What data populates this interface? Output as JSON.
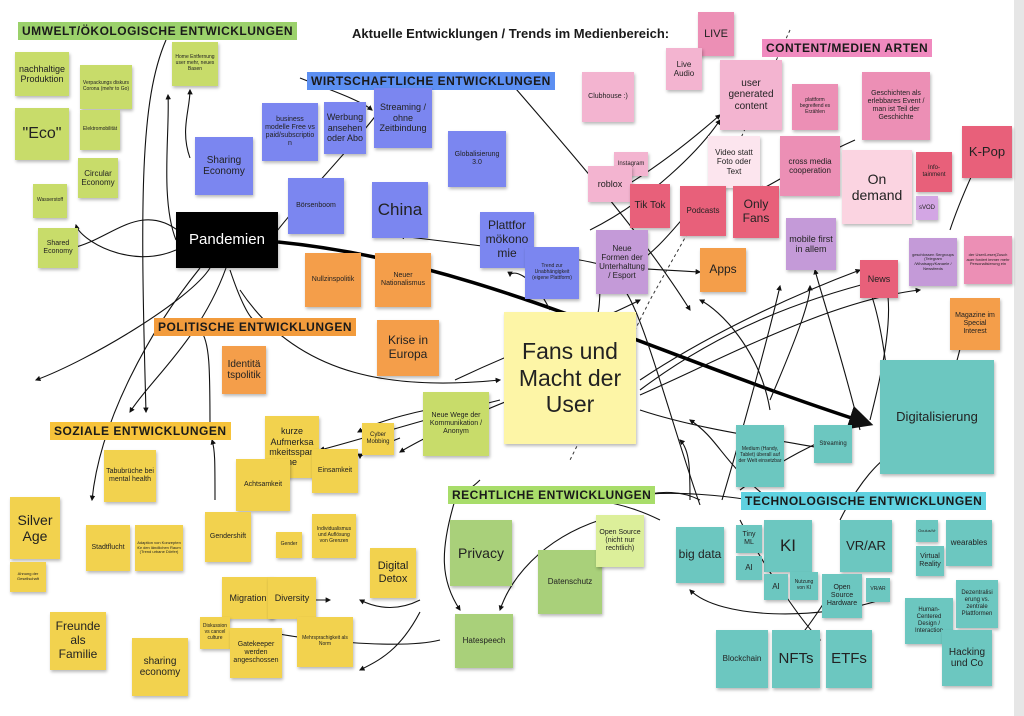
{
  "title": "Aktuelle Entwicklungen / Trends im Medienbereich:",
  "headers": {
    "umwelt": "UMWELT/ÖKOLOGISCHE ENTWICKLUNGEN",
    "wirtschaft": "WIRTSCHAFTLICHE ENTWICKLUNGEN",
    "politik": "POLITISCHE ENTWICKLUNGEN",
    "sozial": "SOZIALE ENTWICKLUNGEN",
    "recht": "RECHTLICHE ENTWICKLUNGEN",
    "technik": "TECHNOLOGISCHE ENTWICKLUNGEN",
    "content": "CONTENT/MEDIEN ARTEN"
  },
  "header_colors": {
    "umwelt": "#9bd16b",
    "wirtschaft": "#5c8ff2",
    "politik": "#f29b3c",
    "sozial": "#f7c33a",
    "recht": "#a8dd6a",
    "technik": "#5fd1e0",
    "content": "#f08abf"
  },
  "notes": {
    "nachhaltige": "nachhaltige Produktion",
    "verpackung": "Verpackungs diskurs Corona (mehr to Go)",
    "eco": "\"Eco\"",
    "elektro": "Elektromobilität",
    "circular": "Circular Economy",
    "wasserstoff": "Wasserstoff",
    "shared": "Shared Economy",
    "home": "Home Entfernung user mehr, neues Basen",
    "sharing_eco": "Sharing Economy",
    "pandemien": "Pandemien",
    "business": "business modelle Free vs paid/subscription",
    "werbung": "Werbung ansehen oder Abo",
    "streaming_ohne": "Streaming / ohne Zeitbindung",
    "boersenboom": "Börsenboom",
    "china": "China",
    "globalisierung": "Globalisierung 3.0",
    "plattform": "Plattfor mökono mie",
    "trend_unabh": "Trend zur Unabhängigkeit (eigene Plattform)",
    "nullzins": "Nullzinspolitik",
    "nationalismus": "Neuer Nationalismus",
    "krise": "Krise in Europa",
    "identitaet": "Identitä tspolitik",
    "fans": "Fans und Macht der User",
    "kurze": "kurze Aufmerksa mkeitsspan ne",
    "cyber": "Cyber Mobbing",
    "neue_wege": "Neue Wege der Kommunikation / Anonym",
    "einsamkeit": "Einsamkeit",
    "achtsamkeit": "Achtsamkeit",
    "tabubrueche": "Tabubrüche bei mental health",
    "silver": "Silver Age",
    "silver_sub": "Ahnung der Gesellschaft",
    "stadtflucht": "Stadtflucht",
    "adaption": "Adaption von Konzepten für den ländlichen Raum (Trend urbane Dörfer)",
    "gendershift": "Gendershift",
    "gender": "Gender",
    "individualismus": "Individualismus und Auflösung von Grenzen",
    "digital_detox": "Digital Detox",
    "migration": "Migration",
    "diversity": "Diversity",
    "diskussion": "Diskussion vs cancel culture",
    "gatekeeper": "Gatekeeper werden angeschossen",
    "mehrsprachigkeit": "Mehrsprachigkeit als Norm",
    "freunde": "Freunde als Familie",
    "sharing_economy": "sharing economy",
    "privacy": "Privacy",
    "datenschutz": "Datenschutz",
    "hatespeech": "Hatespeech",
    "open_source": "Open Source (nicht nur rechtlich)",
    "live": "LIVE",
    "live_audio": "Live Audio",
    "clubhouse": "Clubhouse :)",
    "user_generated": "user generated content",
    "plattform_erz": "plattform begreifend es Erzählen",
    "geschichten": "Geschichten als erlebbares Event / man ist Teil der Geschichte",
    "instagram": "Instagram",
    "roblox": "roblox",
    "video_statt": "Video statt Foto oder Text",
    "tiktok": "Tik Tok",
    "podcasts": "Podcasts",
    "onlyfans": "Only Fans",
    "cross_media": "cross media cooperation",
    "on_demand": "On demand",
    "infotainment": "Info- tainment",
    "svod": "sVOD",
    "kpop": "K-Pop",
    "neue_formen": "Neue Formen der Unterhaltung / Esport",
    "apps": "Apps",
    "mobile_first": "mobile first in allem",
    "news": "News",
    "geschlossen": "geschlossen Sergroups (Telegram /Whatsapp/Kanaele / Newsfeeds",
    "user_claus": "der User/Leser(Zusch auer fordert immer mehr Personalisierung ein",
    "magazine": "Magazine im Special Interest",
    "digitalisierung": "Digitalisierung",
    "medium": "Medium (Handy, Tablet) überall auf der Welt einsetzbar",
    "streaming": "Streaming",
    "big_data": "big data",
    "tinyml": "Tiny ML",
    "ki": "KI",
    "ai_1": "AI",
    "ai_2": "AI",
    "nutzung_ki": "Nutzung von KI",
    "vr_ar": "VR/AR",
    "oculus": "Oculus/Vr",
    "virtual": "Virtual Reality",
    "wearables": "wearables",
    "open_hw": "Open Source Hardware",
    "vr_ar_small": "VR/AR",
    "human": "Human- Centered Design / Interaction",
    "dezentral": "Dezentralisi erung vs. zentrale Plattformen",
    "blockchain": "Blockchain",
    "nfts": "NFTs",
    "etfs": "ETFs",
    "hacking": "Hacking und Co"
  },
  "icons": [
    "arrow-icon"
  ]
}
